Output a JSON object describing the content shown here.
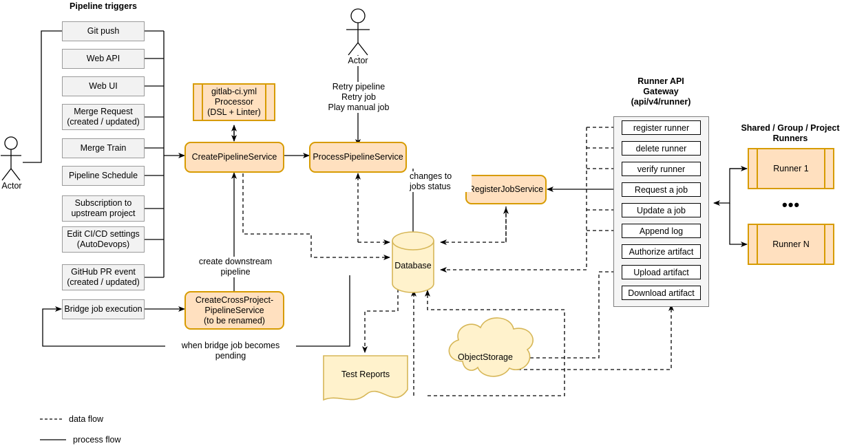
{
  "diagram": {
    "title": "GitLab CI pipeline and runner architecture flow diagram"
  },
  "actors": {
    "left": {
      "label": "Actor"
    },
    "top": {
      "label": "Actor"
    }
  },
  "triggers": {
    "heading": "Pipeline triggers",
    "items": [
      {
        "label": "Git push"
      },
      {
        "label": "Web API"
      },
      {
        "label": "Web UI"
      },
      {
        "label": "Merge Request\n(created / updated)"
      },
      {
        "label": "Merge Train"
      },
      {
        "label": "Pipeline Schedule"
      },
      {
        "label": "Subscription to\nupstream project"
      },
      {
        "label": "Edit CI/CD settings\n(AutoDevops)"
      },
      {
        "label": "GitHub PR event\n(created / updated)"
      },
      {
        "label": "Bridge job execution"
      }
    ]
  },
  "services": {
    "yml_processor": "gitlab-ci.yml\nProcessor\n(DSL + Linter)",
    "create_pipeline": "CreatePipelineService",
    "process_pipeline": "ProcessPipelineService",
    "register_job": "RegisterJobService",
    "cross_project": "CreateCrossProject-\nPipelineService\n(to be renamed)"
  },
  "stores": {
    "database": "Database",
    "test_reports": "Test Reports",
    "object_storage": "ObjectStorage"
  },
  "edge_labels": {
    "retry": "Retry pipeline\nRetry job\nPlay manual job",
    "changes_to_jobs_status": "changes to\njobs status",
    "create_downstream_pipeline": "create downstream\npipeline",
    "bridge_pending": "when bridge job becomes pending"
  },
  "gateway": {
    "heading": "Runner API\nGateway\n(api/v4/runner)",
    "endpoints": [
      {
        "label": "register runner"
      },
      {
        "label": "delete runner"
      },
      {
        "label": "verify runner"
      },
      {
        "label": "Request a job"
      },
      {
        "label": "Update a job"
      },
      {
        "label": "Append log"
      },
      {
        "label": "Authorize artifact"
      },
      {
        "label": "Upload artifact"
      },
      {
        "label": "Download artifact"
      }
    ]
  },
  "runners": {
    "heading": "Shared / Group / Project\nRunners",
    "items": [
      {
        "label": "Runner 1"
      },
      {
        "label": "Runner N"
      }
    ],
    "ellipsis": "•••"
  },
  "legend": {
    "items": [
      {
        "label": "data flow",
        "style": "dashed"
      },
      {
        "label": "process flow",
        "style": "solid"
      }
    ]
  },
  "colors": {
    "service_fill": "#ffe0bf",
    "service_stroke": "#d79b00",
    "store_fill": "#fff2cc",
    "store_stroke": "#d6b656",
    "trigger_fill": "#f2f2f2",
    "trigger_stroke": "#9a9a9a",
    "panel_fill": "#f5f5f5",
    "line": "#000000"
  }
}
